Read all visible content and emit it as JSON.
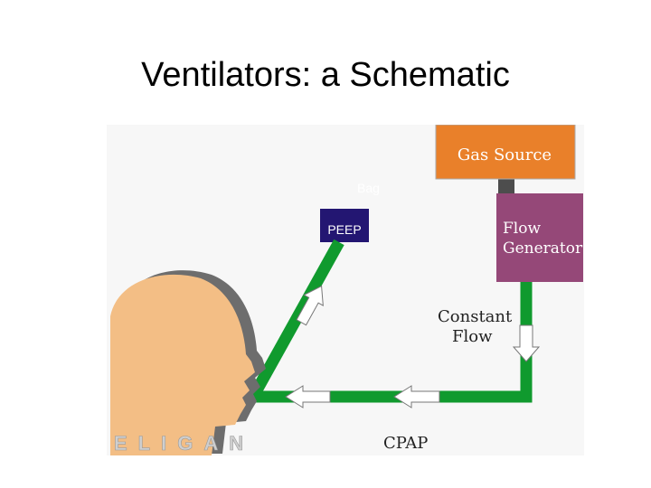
{
  "slide": {
    "title": "Ventilators: a Schematic"
  },
  "diagram": {
    "gas_source": "Gas Source",
    "flow_generator_line1": "Flow",
    "flow_generator_line2": "Generator",
    "bag": "Bag",
    "peep": "PEEP",
    "constant_flow_line1": "Constant",
    "constant_flow_line2": "Flow",
    "cpap": "CPAP",
    "logo": "ELIGAN"
  },
  "colors": {
    "gas_source": "#e9802a",
    "flow_generator": "#954878",
    "peep": "#231672",
    "tube": "#109a2e",
    "head": "#f3be85",
    "head_shadow": "#6d6d6d",
    "connector": "#4d4d4d"
  }
}
